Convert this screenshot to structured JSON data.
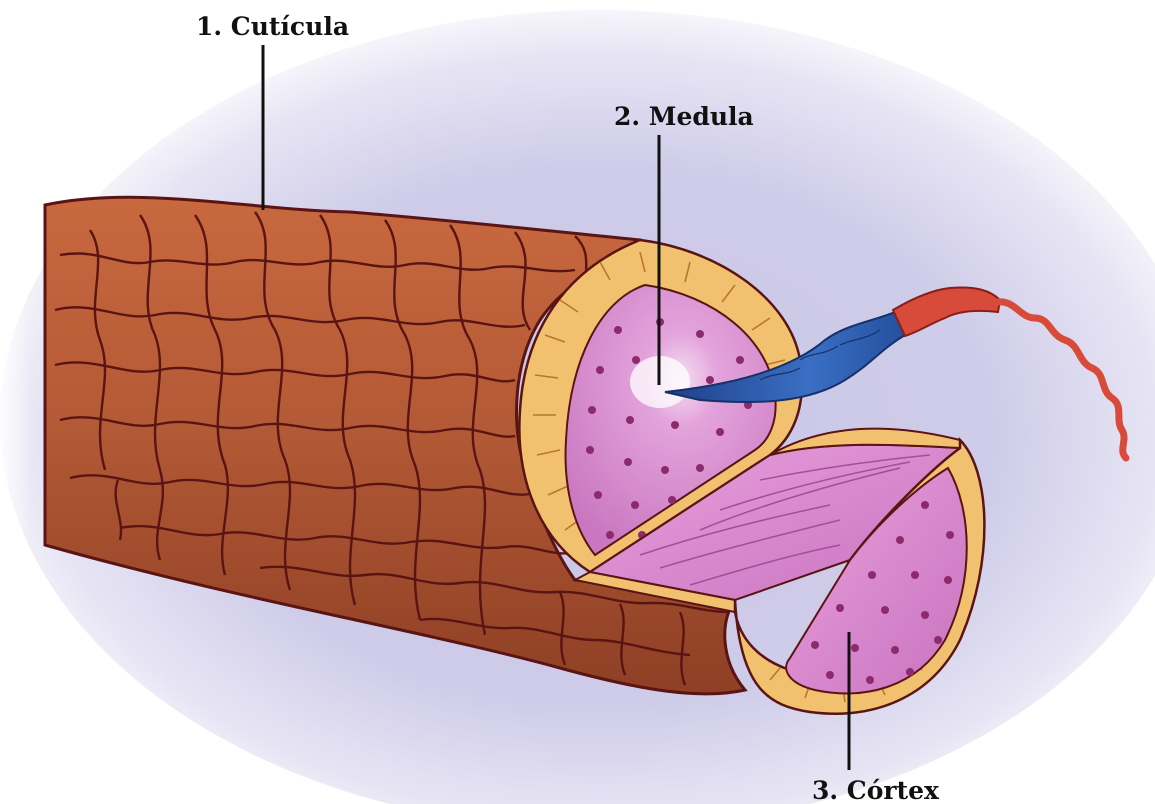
{
  "labels": {
    "cuticle": "1. Cutícula",
    "medulla": "2. Medula",
    "cortex": "3. Córtex"
  },
  "colors": {
    "background_halo": "#c9c6e6",
    "cuticle_fill": "#b45a36",
    "cuticle_lines": "#5a1414",
    "cortex_ring": "#f2c170",
    "medulla_fill": "#d98ed0",
    "medulla_dots": "#8c2a6c",
    "root_blue": "#2f5fb0",
    "root_red": "#d84a3a",
    "pointer_lines": "#111111"
  }
}
